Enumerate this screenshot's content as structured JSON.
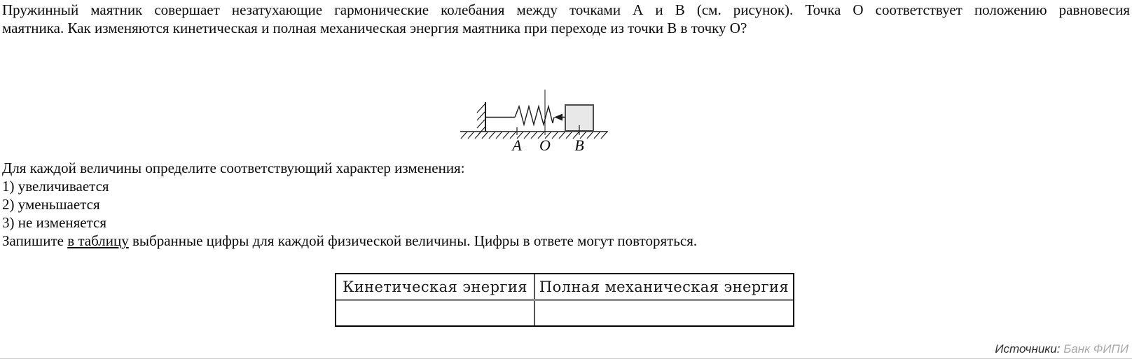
{
  "question": {
    "lines": [
      "Пружинный маятник совершает незатухающие гармонические колебания между точками А и В (см. рисунок). Точка О соответствует положению равновесия",
      "маятника. Как изменяются кинетическая и полная механическая энергия маятника при переходе из точки В в точку О?"
    ]
  },
  "figure": {
    "point_labels": [
      "A",
      "O",
      "B"
    ]
  },
  "instructions": {
    "intro": "Для каждой величины определите соответствующий характер изменения:",
    "options": [
      "1) увеличивается",
      "2) уменьшается",
      "3) не изменяется"
    ],
    "final": {
      "prefix": "Запишите ",
      "underlined": "в таблицу",
      "suffix": " выбранные цифры для каждой физической величины. Цифры в ответе могут повторяться."
    }
  },
  "answer_table": {
    "headers": [
      "Кинетическая энергия",
      "Полная механическая энергия"
    ],
    "cells": [
      "",
      ""
    ]
  },
  "source": {
    "label": "Источники:",
    "value": "Банк ФИПИ"
  }
}
